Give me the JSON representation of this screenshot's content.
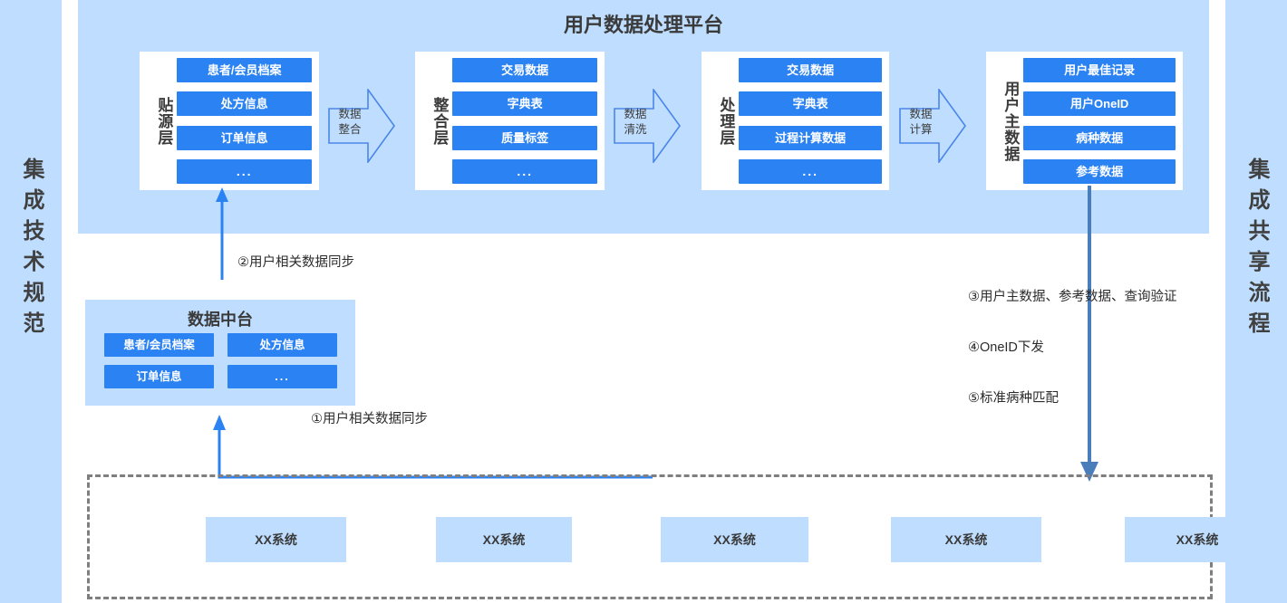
{
  "bands": {
    "left": {
      "label": "集成技术规范"
    },
    "right": {
      "label": "集成共享流程"
    }
  },
  "platform": {
    "title": "用户数据处理平台",
    "layers": [
      {
        "name": "贴源层",
        "items": [
          "患者/会员档案",
          "处方信息",
          "订单信息",
          "..."
        ]
      },
      {
        "name": "整合层",
        "items": [
          "交易数据",
          "字典表",
          "质量标签",
          "..."
        ]
      },
      {
        "name": "处理层",
        "items": [
          "交易数据",
          "字典表",
          "过程计算数据",
          "..."
        ]
      },
      {
        "name": "用户主数据",
        "items": [
          "用户最佳记录",
          "用户OneID",
          "病种数据",
          "参考数据"
        ]
      }
    ],
    "arrows": [
      {
        "line1": "数据",
        "line2": "整合"
      },
      {
        "line1": "数据",
        "line2": "清洗"
      },
      {
        "line1": "数据",
        "line2": "计算"
      }
    ]
  },
  "datacenter": {
    "title": "数据中台",
    "items": [
      "患者/会员档案",
      "处方信息",
      "订单信息",
      "..."
    ]
  },
  "systems": {
    "items": [
      "XX系统",
      "XX系统",
      "XX系统",
      "XX系统",
      "XX系统"
    ]
  },
  "notes": {
    "n1": "①用户相关数据同步",
    "n2": "②用户相关数据同步",
    "n3": "③用户主数据、参考数据、查询验证",
    "n4": "④OneID下发",
    "n5": "⑤标准病种匹配"
  },
  "colors": {
    "band_blue": "#bfdeff",
    "chip_blue": "#2b82f2",
    "arrow_outline": "#4a86e8",
    "connector_blue": "#2b82f2",
    "connector_steel": "#4a7ebb",
    "dashed_gray": "#7f7f7f"
  }
}
